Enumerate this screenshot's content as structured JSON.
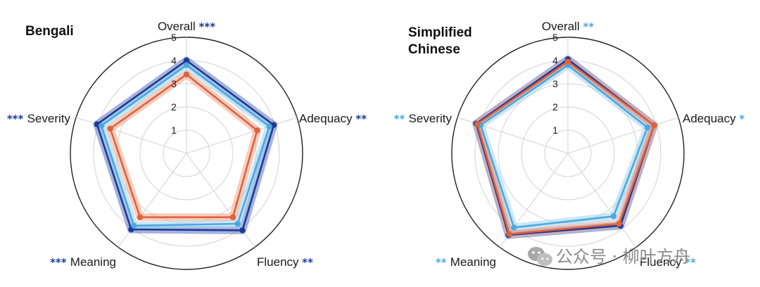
{
  "colors": {
    "dark_blue": "#1f3a93",
    "light_blue": "#4aa8e0",
    "orange": "#e0623c",
    "dark_blue_band": "#5c75c2",
    "light_blue_band": "#9ed3f2",
    "orange_band": "#f0a68d"
  },
  "chart_data": [
    {
      "type": "radar",
      "title": "Bengali",
      "axes": [
        "Overall",
        "Adequacy",
        "Fluency",
        "Meaning",
        "Severity"
      ],
      "axis_significance": [
        "***",
        "**",
        "**",
        "***",
        "***"
      ],
      "axis_significance_colors": [
        "#1f3a93",
        "#1f3a93",
        "#1f3a93",
        "#1f3a93",
        "#1f3a93"
      ],
      "ticks": [
        "1",
        "2",
        "3",
        "4",
        "5"
      ],
      "rmax": 5,
      "series": [
        {
          "color": "#1f3a93",
          "band_color": "#5c75c2",
          "values": [
            4.0,
            3.95,
            4.1,
            4.05,
            4.05
          ]
        },
        {
          "color": "#4aa8e0",
          "band_color": "#9ed3f2",
          "values": [
            3.8,
            3.75,
            3.75,
            3.85,
            3.85
          ]
        },
        {
          "color": "#e0623c",
          "band_color": "#f0a68d",
          "values": [
            3.4,
            3.2,
            3.4,
            3.4,
            3.45
          ]
        }
      ]
    },
    {
      "type": "radar",
      "title": "Simplified Chinese",
      "title_lines": [
        "Simplified",
        "Chinese"
      ],
      "axes": [
        "Overall",
        "Adequacy",
        "Fluency",
        "Meaning",
        "Severity"
      ],
      "axis_significance": [
        "**",
        "*",
        "**",
        "**",
        "**"
      ],
      "axis_significance_colors": [
        "#4aa8e0",
        "#4aa8e0",
        "#4aa8e0",
        "#4aa8e0",
        "#4aa8e0"
      ],
      "ticks": [
        "1",
        "2",
        "3",
        "4",
        "5"
      ],
      "rmax": 5,
      "series": [
        {
          "color": "#1f3a93",
          "band_color": "#5c75c2",
          "values": [
            4.05,
            3.9,
            3.85,
            4.35,
            4.15
          ]
        },
        {
          "color": "#4aa8e0",
          "band_color": "#9ed3f2",
          "values": [
            3.8,
            3.6,
            3.35,
            3.95,
            3.95
          ]
        },
        {
          "color": "#e0623c",
          "band_color": "#f0a68d",
          "values": [
            3.95,
            3.9,
            3.75,
            4.3,
            4.1
          ]
        }
      ]
    }
  ],
  "watermark": {
    "label": "公众号 · 柳叶方舟",
    "icon": "wechat-icon"
  }
}
